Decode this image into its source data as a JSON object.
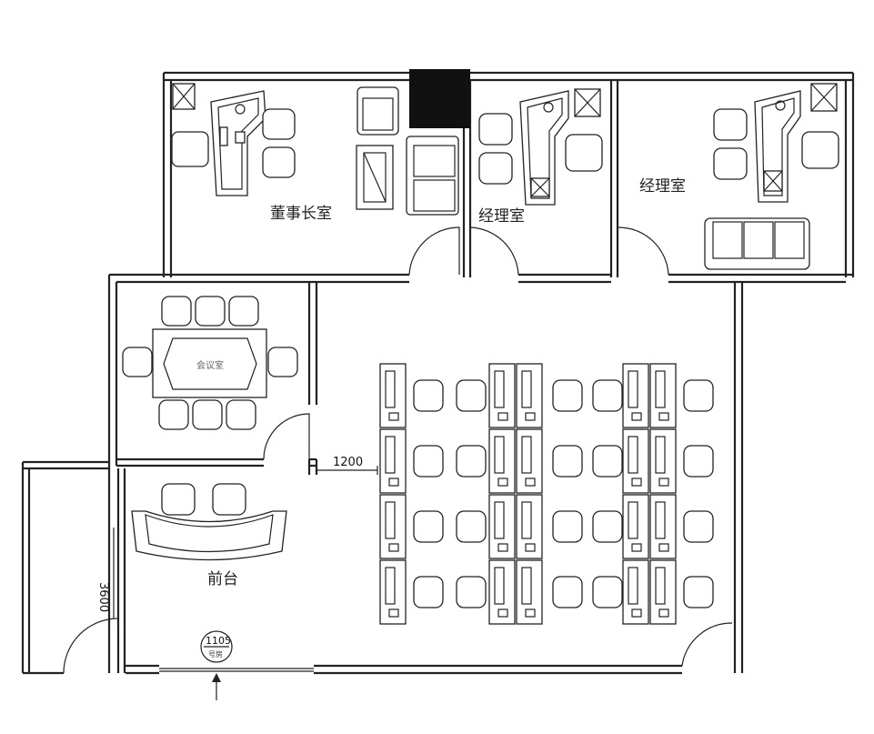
{
  "rooms": {
    "chairman_office": "董事长室",
    "manager_office_1": "经理室",
    "manager_office_2": "经理室",
    "meeting_room": "会议室",
    "reception": "前台"
  },
  "dimensions": {
    "corridor_width": "1200",
    "reception_depth": "3600"
  },
  "entrance": {
    "room_number": "1105",
    "room_suffix": "号房"
  },
  "colors": {
    "line": "#222222",
    "column": "#111111",
    "background": "#ffffff"
  }
}
